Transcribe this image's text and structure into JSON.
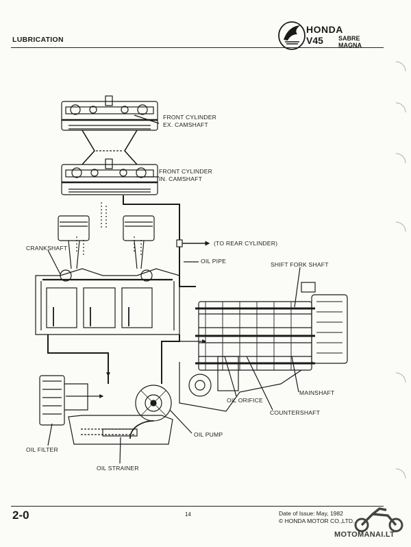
{
  "header": {
    "section": "LUBRICATION",
    "brand": "HONDA",
    "model": "V45",
    "variant_1": "SABRE",
    "variant_2": "MAGNA"
  },
  "labels": {
    "front_ex_camshaft_1": "FRONT CYLINDER",
    "front_ex_camshaft_2": "EX. CAMSHAFT",
    "front_in_camshaft_1": "FRONT CYLINDER",
    "front_in_camshaft_2": "IN. CAMSHAFT",
    "rear_cylinder": "(TO REAR CYLINDER)",
    "crankshaft": "CRANKSHAFT",
    "oil_pipe": "OIL PIPE",
    "shift_fork_shaft": "SHIFT FORK SHAFT",
    "oil_orifice": "OIL ORIFICE",
    "mainshaft": "MAINSHAFT",
    "countershaft": "COUNTERSHAFT",
    "oil_pump": "OIL PUMP",
    "oil_filter": "OIL FILTER",
    "oil_strainer": "OIL STRAINER"
  },
  "footer": {
    "page_code": "2-0",
    "page_number": "14",
    "issue_date": "Date of Issue: May, 1982",
    "copyright": "© HONDA MOTOR CO.,LTD.",
    "watermark": "MOTOMANAI.LT"
  },
  "icons": {
    "logo": "honda-wing-icon",
    "watermark": "motorcycle-icon",
    "binder": "binder-hole-icon"
  },
  "colors": {
    "ink": "#1a1a1a",
    "paper": "#fbfbf8"
  }
}
